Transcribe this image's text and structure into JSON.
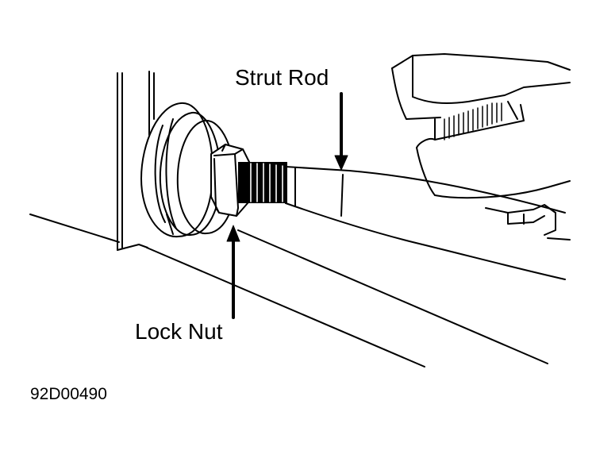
{
  "labels": {
    "strut_rod": "Strut Rod",
    "lock_nut": "Lock Nut",
    "figure_id": "92D00490"
  },
  "colors": {
    "ink": "#000000",
    "paper": "#ffffff"
  }
}
